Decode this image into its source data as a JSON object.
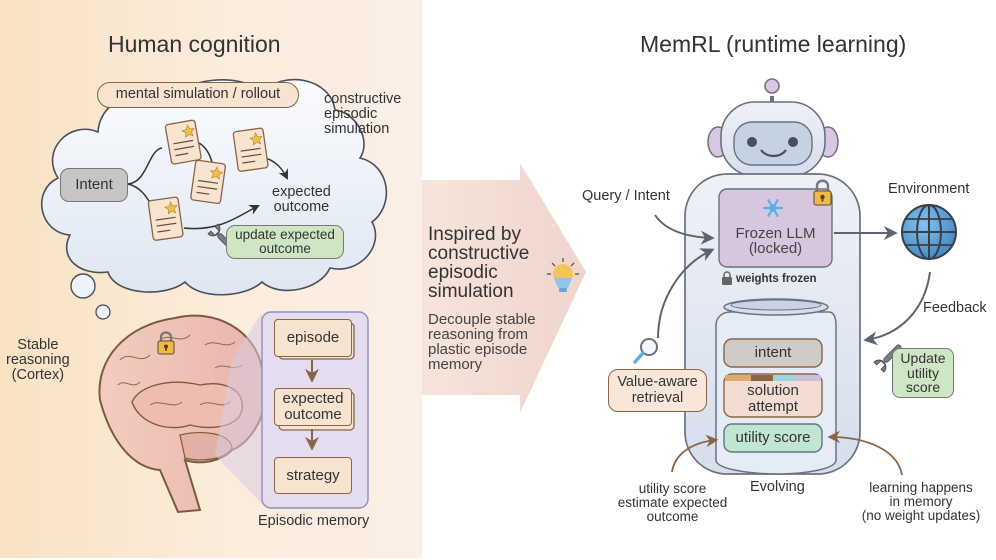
{
  "left": {
    "title": "Human cognition",
    "cloud_banner": "mental simulation / rollout",
    "cloud_side_label": [
      "constructive",
      "episodic",
      "simulation"
    ],
    "intent_label": "Intent",
    "expected_outcome": [
      "expected",
      "outcome"
    ],
    "update_box": [
      "update expected",
      "outcome"
    ],
    "cortex_label": [
      "Stable",
      "reasoning",
      "(Cortex)"
    ],
    "memory_steps": [
      {
        "label": [
          "episode"
        ]
      },
      {
        "label": [
          "expected",
          "outcome"
        ]
      },
      {
        "label": [
          "strategy"
        ]
      }
    ],
    "memory_caption": "Episodic memory"
  },
  "middle": {
    "heading": [
      "Inspired by",
      "constructive",
      "episodic",
      "simulation"
    ],
    "subtext": [
      "Decouple stable",
      "reasoning from",
      "plastic episode",
      "memory"
    ]
  },
  "right": {
    "title": "MemRL (runtime learning)",
    "query_label": "Query / Intent",
    "llm_box": [
      "Frozen LLM",
      "(locked)"
    ],
    "weights_label": "weights frozen",
    "environment_label": "Environment",
    "feedback_label": "Feedback",
    "update_box": [
      "Update",
      "utility",
      "score"
    ],
    "retrieval_box": [
      "Value-aware",
      "retrieval"
    ],
    "jar_items": {
      "intent": "intent",
      "solution": [
        "solution",
        "attempt"
      ],
      "utility": "utility score"
    },
    "evolving_label": "Evolving",
    "note_left": [
      "utility score",
      "estimate expected",
      "outcome"
    ],
    "note_right": [
      "learning happens",
      "in memory",
      "(no weight updates)"
    ]
  },
  "colors": {
    "left_bg": "#f8e2c2",
    "card_fill": "#f6e3d0",
    "card_stroke": "#8a6446",
    "green_box": "#cfe6c4",
    "utility_fill": "#bfe6d2",
    "llm_fill": "#d6c6de",
    "robot_fill": "#e8edf5",
    "arrow_grey": "#5d6470",
    "arrow_brown": "#8a6446",
    "star": "#f2bf4a",
    "lock": "#f0bb45"
  }
}
